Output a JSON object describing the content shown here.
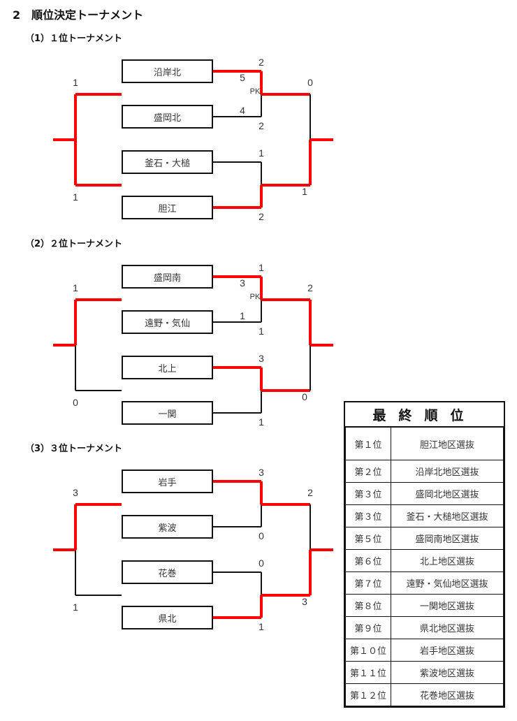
{
  "heading": "2　順位決定トーナメント",
  "colors": {
    "win": "#ff0000",
    "line": "#111111"
  },
  "tournaments": [
    {
      "title": "（1）１位トーナメント",
      "teams": [
        "沿岸北",
        "盛岡北",
        "釜石・大槌",
        "胆江"
      ],
      "semis": [
        {
          "winner": "top",
          "outer": [
            "2",
            "2"
          ],
          "inner": [
            "5",
            "4"
          ],
          "pk": "PK"
        },
        {
          "winner": "bottom",
          "outer": [
            "1",
            "2"
          ],
          "inner": null,
          "pk": null
        }
      ],
      "final": {
        "winner": "bottom",
        "scores": [
          "0",
          "1"
        ]
      },
      "left": {
        "winner": "both",
        "scores": [
          "1",
          "1"
        ]
      }
    },
    {
      "title": "（2）２位トーナメント",
      "teams": [
        "盛岡南",
        "遠野・気仙",
        "北上",
        "一関"
      ],
      "semis": [
        {
          "winner": "top",
          "outer": [
            "1",
            "1"
          ],
          "inner": [
            "3",
            "1"
          ],
          "pk": "PK"
        },
        {
          "winner": "top",
          "outer": [
            "3",
            "1"
          ],
          "inner": null,
          "pk": null
        }
      ],
      "final": {
        "winner": "top",
        "scores": [
          "2",
          "0"
        ]
      },
      "left": {
        "winner": "top",
        "scores": [
          "1",
          "0"
        ]
      }
    },
    {
      "title": "（3）３位トーナメント",
      "teams": [
        "岩手",
        "紫波",
        "花巻",
        "県北"
      ],
      "semis": [
        {
          "winner": "top",
          "outer": [
            "3",
            "0"
          ],
          "inner": null,
          "pk": null
        },
        {
          "winner": "bottom",
          "outer": [
            "0",
            "1"
          ],
          "inner": null,
          "pk": null
        }
      ],
      "final": {
        "winner": "bottom",
        "scores": [
          "2",
          "3"
        ]
      },
      "left": {
        "winner": "top",
        "scores": [
          "3",
          "1"
        ]
      }
    }
  ],
  "final_ranking": {
    "title": "最終順位",
    "rows": [
      {
        "rank": "第１位",
        "team": "胆江地区選抜"
      },
      {
        "rank": "第２位",
        "team": "沿岸北地区選抜"
      },
      {
        "rank": "第３位",
        "team": "盛岡北地区選抜"
      },
      {
        "rank": "第３位",
        "team": "釜石・大槌地区選抜"
      },
      {
        "rank": "第５位",
        "team": "盛岡南地区選抜"
      },
      {
        "rank": "第６位",
        "team": "北上地区選抜"
      },
      {
        "rank": "第７位",
        "team": "遠野・気仙地区選抜"
      },
      {
        "rank": "第８位",
        "team": "一関地区選抜"
      },
      {
        "rank": "第９位",
        "team": "県北地区選抜"
      },
      {
        "rank": "第１０位",
        "team": "岩手地区選抜"
      },
      {
        "rank": "第１１位",
        "team": "紫波地区選抜"
      },
      {
        "rank": "第１２位",
        "team": "花巻地区選抜"
      }
    ]
  }
}
